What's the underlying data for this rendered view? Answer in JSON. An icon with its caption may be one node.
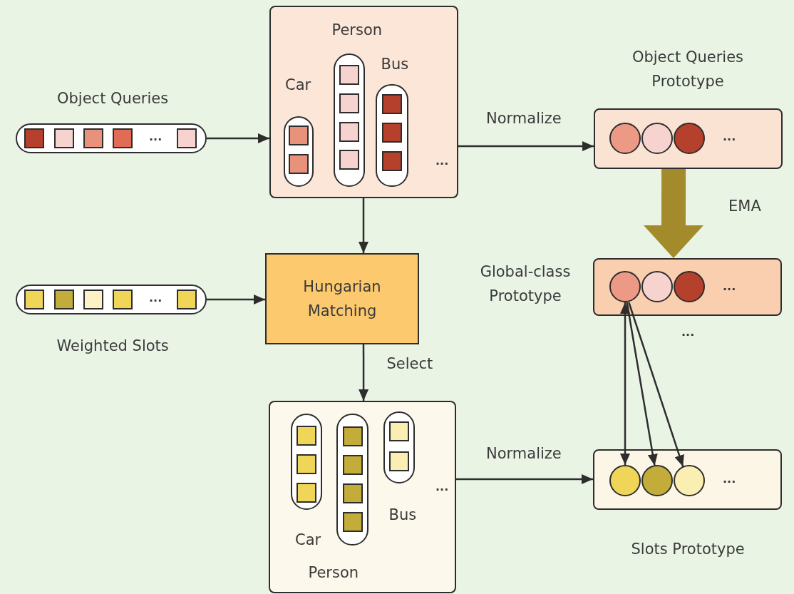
{
  "diagram": {
    "nodes": [
      {
        "text": [
          "Object Queries",
          "..."
        ]
      },
      {
        "text": [
          "..."
        ]
      },
      {
        "text": [
          "Car"
        ],
        "in": 1
      },
      {
        "text": [
          "Person"
        ],
        "in": 1
      },
      {
        "text": [
          "Bus"
        ],
        "in": 1
      },
      {
        "text": [
          "Object Queries Prototype",
          "..."
        ]
      },
      {
        "text": [],
        "shape": "circle",
        "in": 5
      },
      {
        "text": [],
        "shape": "circle",
        "in": 5
      },
      {
        "text": [],
        "shape": "circle",
        "in": 5
      },
      {
        "text": [
          "...",
          "Weighted Slots"
        ]
      },
      {
        "text": [
          "Hungarian Matching"
        ]
      },
      {
        "text": [
          "Global-class Prototype",
          "..."
        ]
      },
      {
        "text": [],
        "shape": "circle",
        "in": 11
      },
      {
        "text": [],
        "shape": "circle",
        "in": 11
      },
      {
        "text": [],
        "shape": "circle",
        "in": 11
      },
      {
        "text": [
          "..."
        ]
      },
      {
        "text": [
          "Car"
        ],
        "in": 15
      },
      {
        "text": [
          "Person"
        ],
        "in": 15
      },
      {
        "text": [
          "Bus"
        ],
        "in": 15
      },
      {
        "text": [
          "...",
          "Slots Prototype"
        ]
      },
      {
        "text": [],
        "shape": "circle",
        "in": 19
      },
      {
        "text": [],
        "shape": "circle",
        "in": 19
      },
      {
        "text": [],
        "shape": "circle",
        "in": 19
      }
    ],
    "edges": [
      {
        "from": 0,
        "to": 1,
        "arrow": "to"
      },
      {
        "from": 1,
        "to": 5,
        "arrow": "to",
        "label": "Normalize"
      },
      {
        "from": 5,
        "to": 11,
        "arrow": "to",
        "label": "EMA",
        "style": "thick",
        "color": "#a38b2c"
      },
      {
        "from": 1,
        "to": 10,
        "arrow": "to"
      },
      {
        "from": 9,
        "to": 10,
        "arrow": "to"
      },
      {
        "from": 10,
        "to": 15,
        "arrow": "to",
        "label": "Select"
      },
      {
        "from": 15,
        "to": 19,
        "arrow": "to",
        "label": "Normalize"
      },
      {
        "from": 12,
        "to": 20,
        "arrow": "both"
      },
      {
        "from": 12,
        "to": 21,
        "arrow": "to"
      },
      {
        "from": 12,
        "to": 22,
        "arrow": "to"
      }
    ],
    "labels": [
      "..."
    ]
  }
}
